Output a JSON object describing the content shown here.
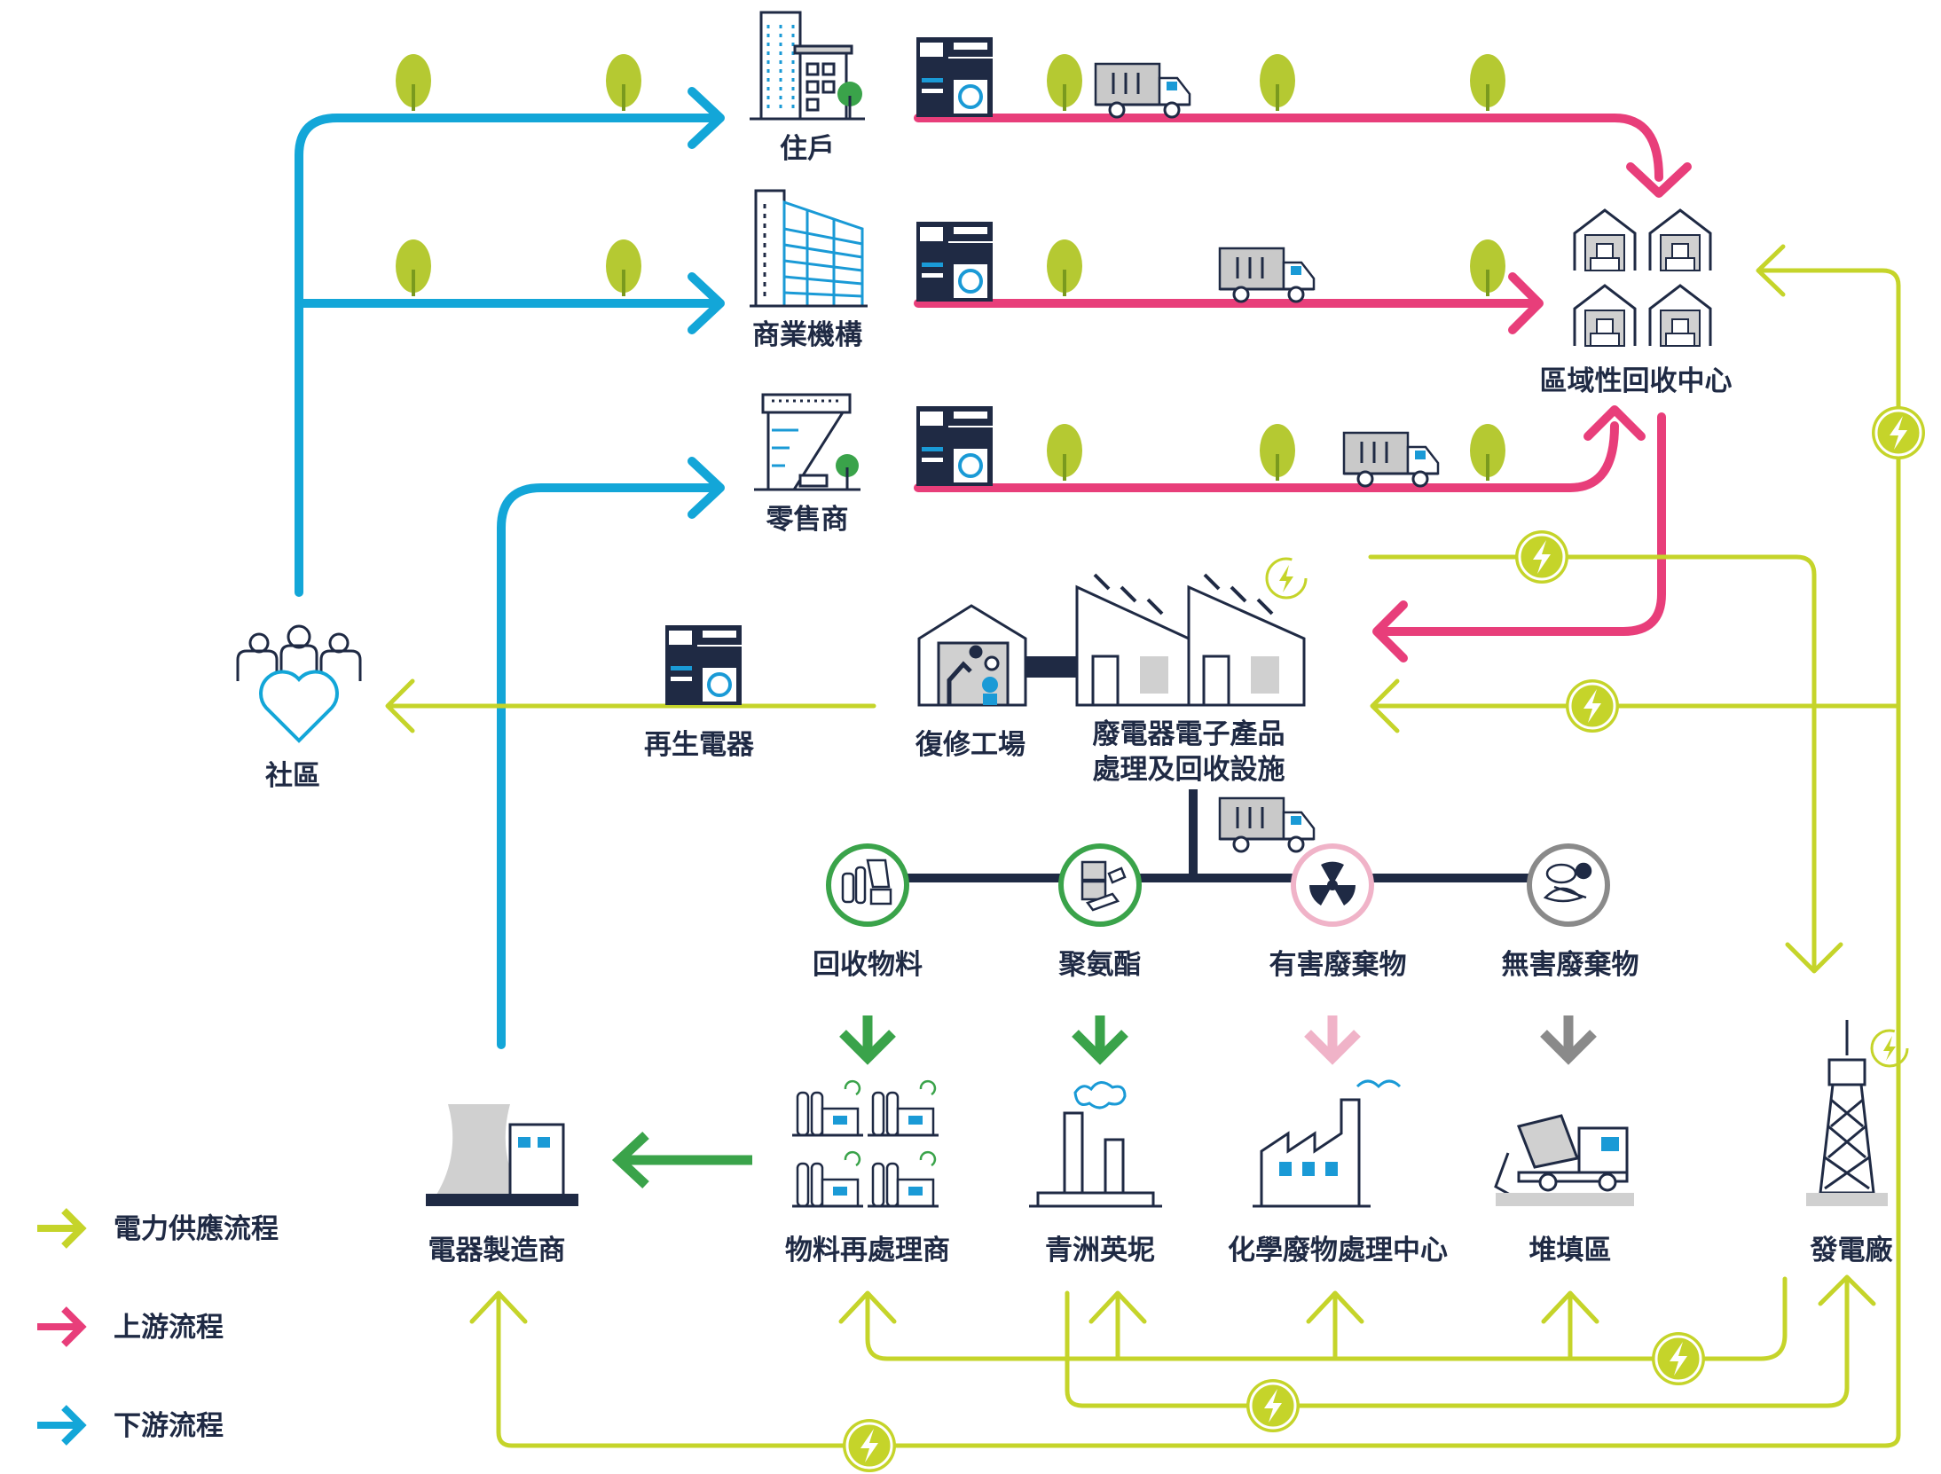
{
  "nodes": {
    "household": "住戶",
    "commercial": "商業機構",
    "retailer": "零售商",
    "regional_center": "區域性回收中心",
    "community": "社區",
    "refurbished": "再生電器",
    "repair_workshop": "復修工場",
    "weee_facility_line1": "廢電器電子產品",
    "weee_facility_line2": "處理及回收設施",
    "recyclables": "回收物料",
    "polyurethane": "聚氨酯",
    "hazardous_waste": "有害廢棄物",
    "nonhazardous_waste": "無害廢棄物",
    "manufacturer": "電器製造商",
    "reprocessor": "物料再處理商",
    "tsing_yi_landfill": "青洲英坭",
    "chemical_waste_center": "化學廢物處理中心",
    "landfill": "堆填區",
    "power_plant": "發電廠"
  },
  "legend": {
    "power": "電力供應流程",
    "upstream": "上游流程",
    "downstream": "下游流程"
  },
  "colors": {
    "power": "#c5d42a",
    "upstream": "#e83e7a",
    "downstream": "#13a6d8",
    "navy": "#1f2a44",
    "tree": "#b5c932",
    "recycle_green": "#3aa34a",
    "hazard_pink": "#f0b3c8",
    "gray": "#8a8a8a",
    "icon_blue": "#1a9ad6"
  },
  "icons": {
    "tree": "tree-icon",
    "truck": "truck-icon",
    "appliances": "appliance-stack-icon",
    "lightning": "lightning-icon",
    "warehouse": "warehouse-icon",
    "community": "community-heart-icon",
    "factory": "factory-icon",
    "radiation": "radiation-icon",
    "tower": "pylon-tower-icon"
  }
}
